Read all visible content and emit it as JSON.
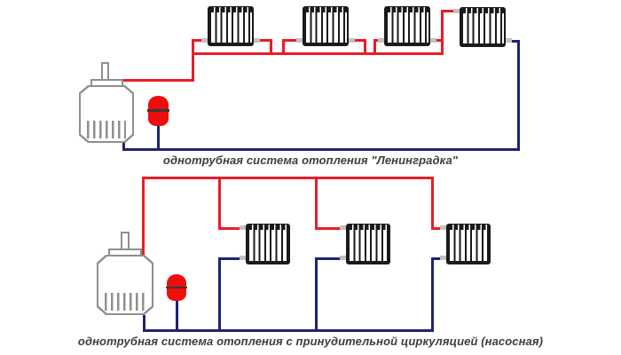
{
  "colors": {
    "supply_pipe": "#ec1c24",
    "return_pipe": "#1e2374",
    "connector_stub": "#c2c2c2",
    "boiler_outline": "#8f8f8f",
    "radiator_outline": "#1a1a1a",
    "tank_fill": "#ee0d0d",
    "tank_band": "#3a3a3a",
    "caption_text": "#3d3d3d",
    "background": "#ffffff"
  },
  "diagram_top": {
    "caption": "однотрубная система отопления \"Ленинградка\"",
    "radiator_count": 4,
    "has_boiler": true,
    "has_expansion_tank": true
  },
  "diagram_bottom": {
    "caption": "однотрубная система отопления с принудительной циркуляцией (насосная)",
    "radiator_count": 3,
    "has_boiler": true,
    "has_expansion_tank": true
  }
}
